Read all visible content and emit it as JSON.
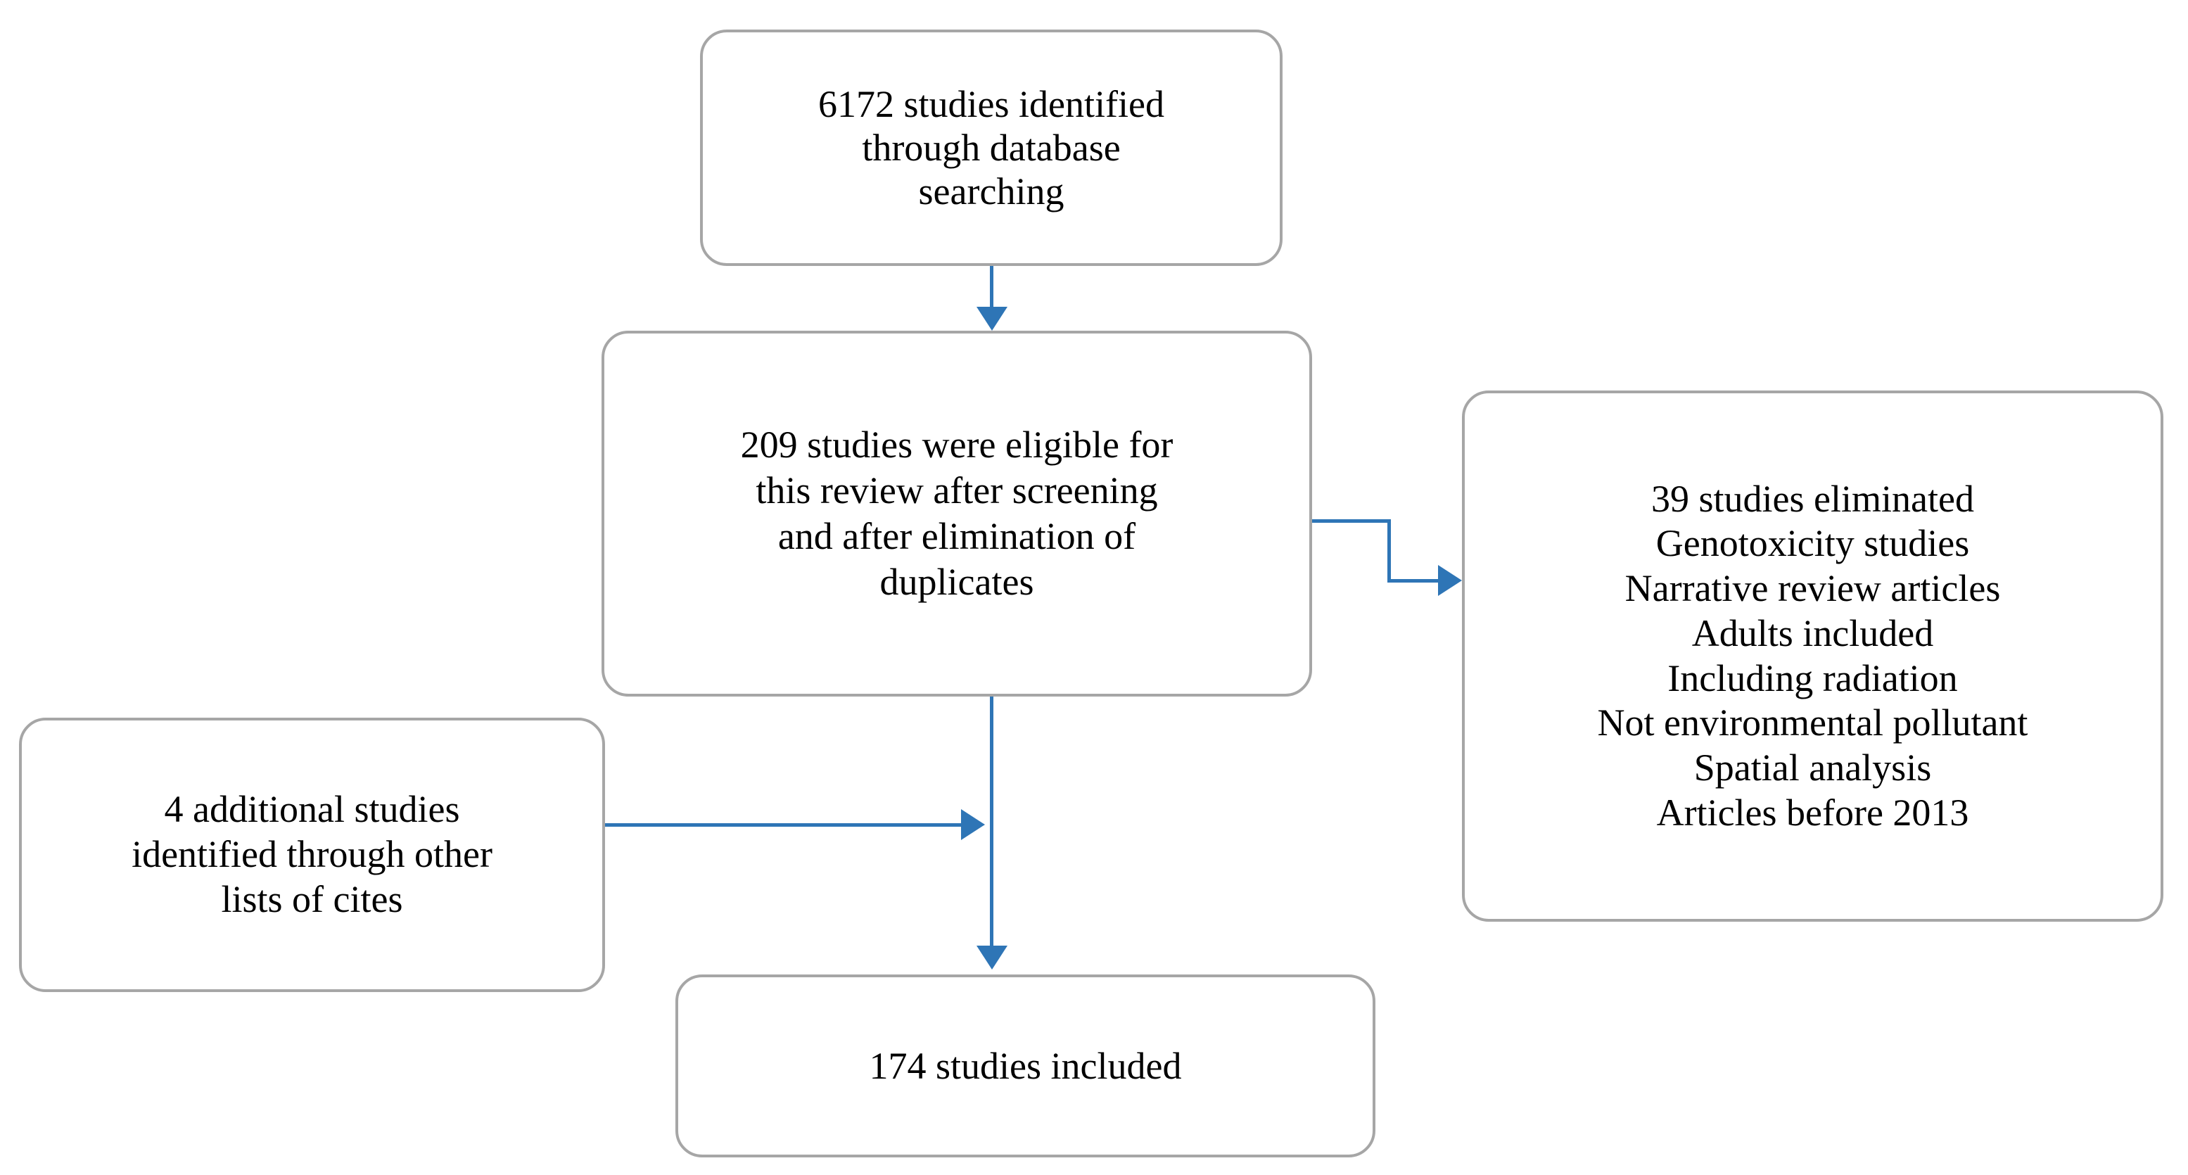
{
  "diagram": {
    "type": "prisma-flow-diagram",
    "background_color": "#ffffff",
    "box_border_color": "#a6a6a6",
    "arrow_color": "#2e75b6",
    "text_color": "#000000",
    "nodes": {
      "identified": {
        "label": "6172 studies identified\nthrough database\nsearching",
        "count": 6172,
        "lines": [
          "6172 studies identified",
          "through database",
          "searching"
        ]
      },
      "eligible": {
        "label": "209 studies were eligible for\nthis review after screening\nand after elimination of\nduplicates",
        "count": 209,
        "lines": [
          "209 studies were eligible for",
          "this review after screening",
          "and after elimination of",
          "duplicates"
        ]
      },
      "eliminated": {
        "label": "39 studies eliminated\nGenotoxicity studies\nNarrative review articles\nAdults included\nIncluding radiation\nNot environmental pollutant\nSpatial analysis\nArticles before 2013",
        "count": 39,
        "lines": [
          "39 studies eliminated",
          "Genotoxicity studies",
          "Narrative review articles",
          "Adults included",
          "Including radiation",
          "Not environmental pollutant",
          "Spatial analysis",
          "Articles before 2013"
        ]
      },
      "additional": {
        "label": "4 additional studies\nidentified through other\nlists of cites",
        "count": 4,
        "lines": [
          "4 additional studies",
          "identified through other",
          "lists of cites"
        ]
      },
      "included": {
        "label": "174 studies included",
        "count": 174,
        "lines": [
          "174 studies included"
        ]
      }
    },
    "connectors": [
      {
        "name": "identified-to-eligible",
        "from": "identified",
        "to": "eligible",
        "style": "straight-down",
        "arrowhead": "down"
      },
      {
        "name": "eligible-to-eliminated",
        "from": "eligible",
        "to": "eliminated",
        "style": "elbow-right",
        "arrowhead": "right"
      },
      {
        "name": "eligible-to-included",
        "from": "eligible",
        "to": "included",
        "style": "straight-down",
        "arrowhead": "down"
      },
      {
        "name": "additional-to-included",
        "from": "additional",
        "to": "included",
        "style": "straight-right",
        "arrowhead": "right"
      }
    ]
  }
}
